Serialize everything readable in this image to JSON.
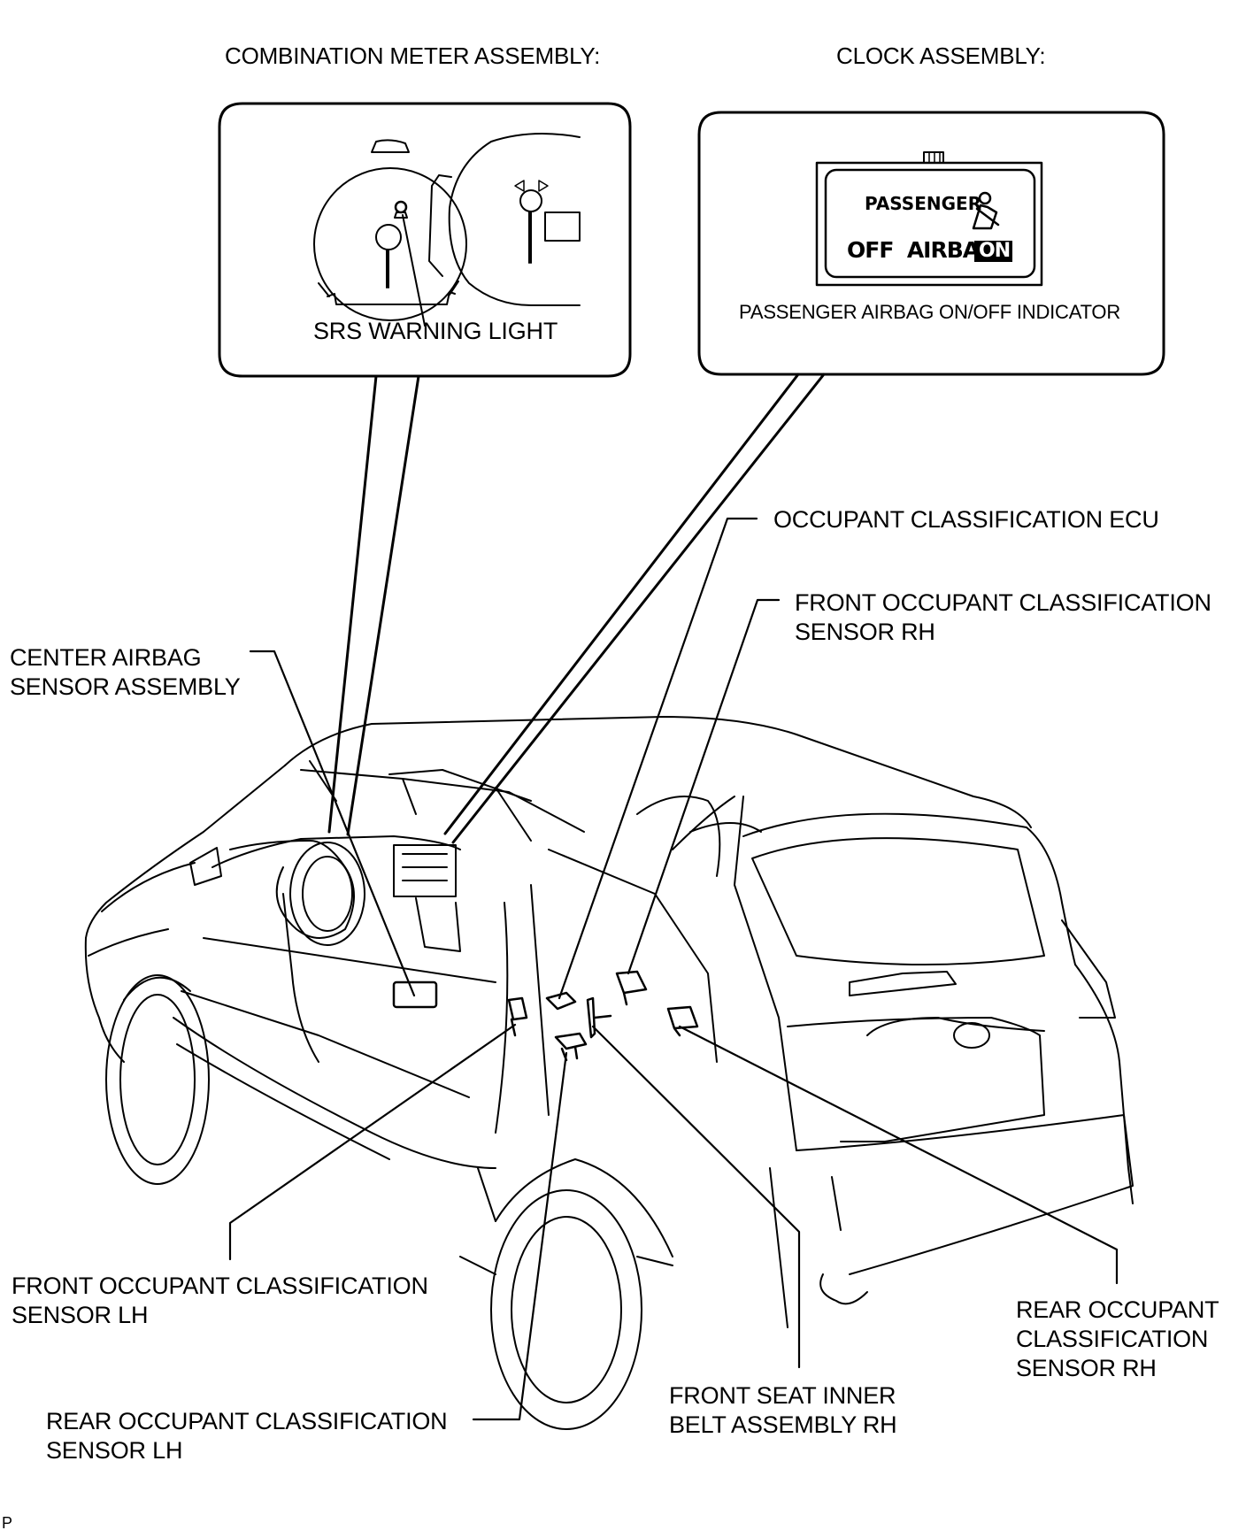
{
  "insets": {
    "combination_meter": {
      "title": "COMBINATION METER ASSEMBLY:",
      "callout": "SRS WARNING LIGHT"
    },
    "clock": {
      "title": "CLOCK ASSEMBLY:",
      "indicator_passenger": "PASSENGER",
      "indicator_off_airbag": "OFF  AIRBAG",
      "indicator_on": "ON",
      "callout": "PASSENGER AIRBAG ON/OFF INDICATOR"
    }
  },
  "labels": {
    "occupant_ecu": "OCCUPANT CLASSIFICATION ECU",
    "front_sensor_rh_line1": "FRONT OCCUPANT CLASSIFICATION",
    "front_sensor_rh_line2": "SENSOR RH",
    "center_airbag_line1": "CENTER AIRBAG",
    "center_airbag_line2": "SENSOR ASSEMBLY",
    "front_sensor_lh_line1": "FRONT OCCUPANT CLASSIFICATION",
    "front_sensor_lh_line2": "SENSOR LH",
    "rear_sensor_lh_line1": "REAR OCCUPANT CLASSIFICATION",
    "rear_sensor_lh_line2": "SENSOR LH",
    "inner_belt_line1": "FRONT SEAT INNER",
    "inner_belt_line2": "BELT ASSEMBLY RH",
    "rear_sensor_rh_line1": "REAR OCCUPANT",
    "rear_sensor_rh_line2": "CLASSIFICATION",
    "rear_sensor_rh_line3": "SENSOR RH"
  },
  "footer": {
    "code": "P"
  }
}
